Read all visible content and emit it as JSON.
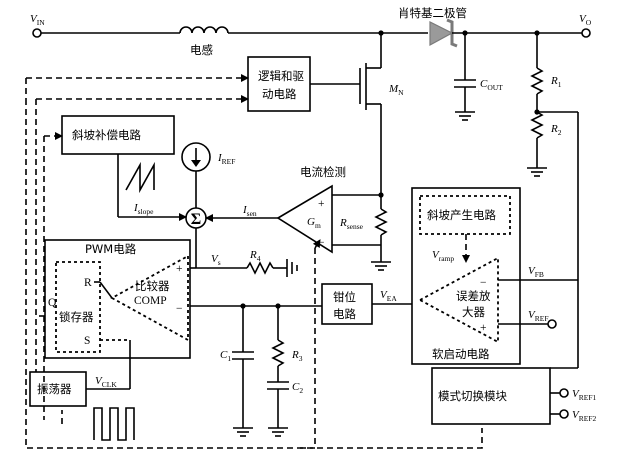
{
  "labels": {
    "vin": "V",
    "vin_sub": "IN",
    "vo": "V",
    "vo_sub": "O",
    "inductor": "电感",
    "schottky": "肖特基二极管",
    "cout": "C",
    "cout_sub": "OUT",
    "r1": "R",
    "r1_sub": "1",
    "r2": "R",
    "r2_sub": "2",
    "mn": "M",
    "mn_sub": "N",
    "logic_l1": "逻辑和驱",
    "logic_l2": "动电路",
    "slope_comp": "斜坡补偿电路",
    "iref": "I",
    "iref_sub": "REF",
    "islope": "I",
    "islope_sub": "slope",
    "isen": "I",
    "isen_sub": "sen",
    "current_sense": "电流检测",
    "gm": "G",
    "gm_sub": "m",
    "rsense": "R",
    "rsense_sub": "sense",
    "plus": "+",
    "minus": "−",
    "pwm": "PWM电路",
    "latch_r": "R",
    "latch_q": "Q",
    "latch_name": "锁存器",
    "latch_s": "S",
    "comp_l1": "比较器",
    "comp_l2": "COMP",
    "vs": "V",
    "vs_sub": "s",
    "r4": "R",
    "r4_sub": "4",
    "c1": "C",
    "c1_sub": "1",
    "r3": "R",
    "r3_sub": "3",
    "c2": "C",
    "c2_sub": "2",
    "clamp_l1": "钳位",
    "clamp_l2": "电路",
    "vea": "V",
    "vea_sub": "EA",
    "ramp_gen": "斜坡产生电路",
    "vramp": "V",
    "vramp_sub": "ramp",
    "vfb": "V",
    "vfb_sub": "FB",
    "ea_l1": "误差放",
    "ea_l2": "大器",
    "vref": "V",
    "vref_sub": "REF",
    "softstart": "软启动电路",
    "mode_switch": "模式切换模块",
    "vref1": "V",
    "vref1_sub": "REF1",
    "vref2": "V",
    "vref2_sub": "REF2",
    "oscillator": "振荡器",
    "vclk": "V",
    "vclk_sub": "CLK"
  }
}
